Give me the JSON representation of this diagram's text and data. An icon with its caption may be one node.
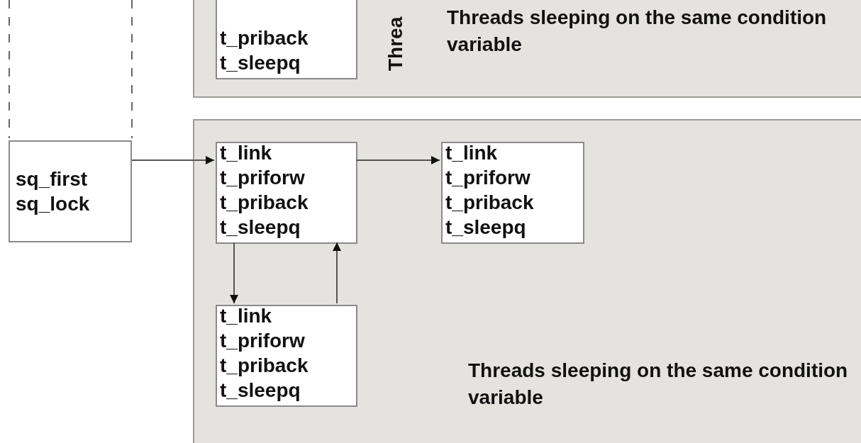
{
  "diagram": {
    "nodes": [
      {
        "text": [
          "Threads sleeping on the same condition variable"
        ]
      },
      {
        "text": [
          "t_priback",
          "t_sleepq"
        ],
        "in": 0
      },
      {
        "text": [
          "sq_first",
          "sq_lock"
        ]
      },
      {
        "text": [
          "Threads sleeping on the same condition variable"
        ]
      },
      {
        "text": [
          "t_link",
          "t_priforw",
          "t_priback",
          "t_sleepq"
        ],
        "in": 3
      },
      {
        "text": [
          "t_link",
          "t_priforw",
          "t_priback",
          "t_sleepq"
        ],
        "in": 3
      },
      {
        "text": [
          "t_link",
          "t_priforw",
          "t_priback",
          "t_sleepq"
        ],
        "in": 3
      }
    ],
    "edges": [
      {
        "from": 2,
        "to": 4,
        "arrow": "to"
      },
      {
        "from": 4,
        "to": 5,
        "arrow": "to"
      },
      {
        "from": 4,
        "to": 6,
        "arrow": "to"
      },
      {
        "from": 6,
        "to": 4,
        "arrow": "to"
      }
    ],
    "labels": [
      "Threa"
    ]
  }
}
